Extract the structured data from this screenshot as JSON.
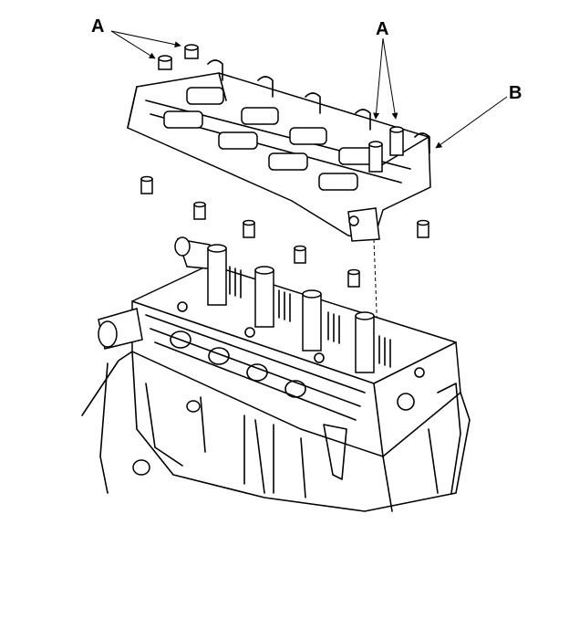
{
  "callouts": {
    "a_left": "A",
    "a_right": "A",
    "b": "B"
  },
  "colors": {
    "line": "#000000",
    "background": "#ffffff"
  }
}
